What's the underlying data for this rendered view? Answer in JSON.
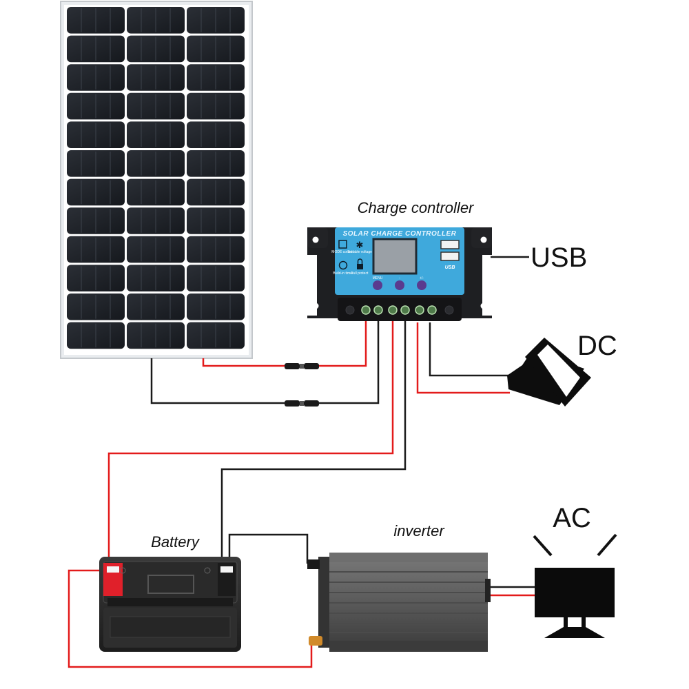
{
  "labels": {
    "charge_controller": "Charge controller",
    "usb": "USB",
    "dc": "DC",
    "battery": "Battery",
    "inverter": "inverter",
    "ac": "AC"
  },
  "controller_panel": {
    "title": "SOLAR CHARGE CONTROLLER",
    "usb_badge": "USB",
    "icon_labels": [
      "MODE control",
      "Settable voltage",
      "Build-in timer",
      "Full protect"
    ],
    "button_labels": [
      "MENU",
      "-",
      "+/-"
    ]
  },
  "colors": {
    "positive_wire": "#e31b1b",
    "negative_wire": "#1a1a1a",
    "panel_blue": "#3fa9dc",
    "battery_terminal": "#e0202a"
  },
  "icons": [
    "solar-panel",
    "charge-controller",
    "usb-port",
    "dc-lamp",
    "battery",
    "inverter",
    "ac-monitor"
  ]
}
